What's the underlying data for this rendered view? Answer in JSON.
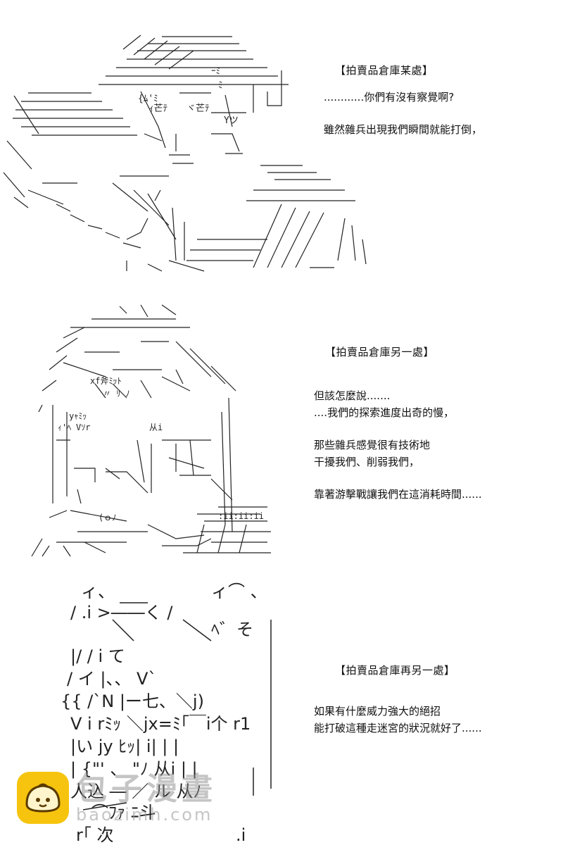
{
  "panels": [
    {
      "location": "【拍賣品倉庫某處】",
      "lines": [
        "............你們有沒有察覺啊?",
        "",
        "雖然雜兵出現我們瞬間就能打倒，"
      ]
    },
    {
      "location": "【拍賣品倉庫另一處】",
      "lines": [
        "但該怎麼說.......",
        "....我們的探索進度出奇的慢，",
        "",
        "那些雜兵感覺很有技術地",
        "干擾我們、削弱我們，",
        "",
        "靠著游擊戰讓我們在這消耗時間......"
      ]
    },
    {
      "location": "【拍賣品倉庫再另一處】",
      "lines": [
        "如果有什麼威力強大的絕招",
        "能打破這種走迷宮的狀況就好了......"
      ]
    }
  ],
  "art": {
    "panel3_glyphs": {
      "line1": "ィ、",
      "line2": "ィ⌒ 、",
      "line3": "/ .i  >――く /",
      "line4": "ﾍ゛そ",
      "line5": "|/   /   i        て",
      "line6": "/   イ    |、、    V`",
      "line7": "{{ /`N   |ー七、＼j)",
      "line8": "V i rﾐｯ ＼jx=ﾐ｢￣i个 r1",
      "line9": "|い   jy      ﾋｯ|  i|  | |",
      "line10": "|  {\"'   、      \"ﾉ  从i  | |",
      "line11": "人込   ―     ／ ル 从ﾉ",
      "line12": "⌒ﾌｧ   ﾆ斗",
      "line13": "r｢   次",
      "line14": ".i"
    },
    "panel1_glyphs": [
      "{ﾑ'ﾐ",
      "ｨ芒ﾃ",
      "ヾ芒ﾃ",
      "ﾐ",
      "Yツ",
      "ｰﾐ"
    ],
    "panel2_glyphs": [
      "xf斧ﾐｯﾄ",
      "〃 ﾘ ﾉ",
      "yｬﾐｯ",
      "ｨ'ﾍ",
      "Vｿr",
      "从i",
      ":ii:ii:ii",
      "(ｏﾉ"
    ]
  },
  "watermark": {
    "title": "包子漫畫",
    "domain": "baozimh.com"
  }
}
